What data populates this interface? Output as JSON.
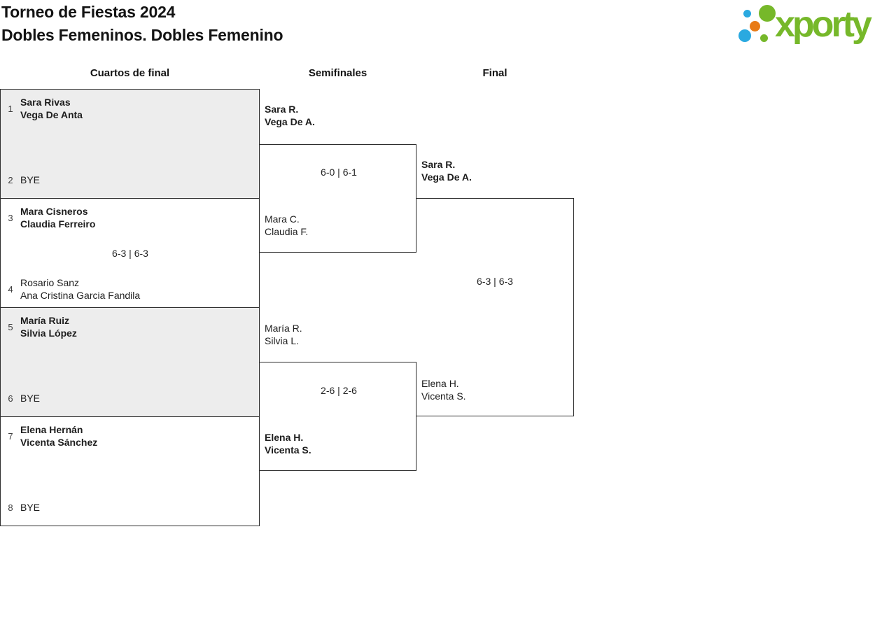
{
  "header": {
    "title_line1": "Torneo de Fiestas 2024",
    "title_line2": "Dobles Femeninos. Dobles Femenino",
    "logo_text": "xporty"
  },
  "columns": {
    "quarterfinals": "Cuartos de final",
    "semifinals": "Semifinales",
    "final": "Final"
  },
  "colors": {
    "brand_green": "#76b82a",
    "brand_blue": "#2aa9e0",
    "brand_orange": "#e87b16",
    "box_shaded": "#ededed",
    "box_border": "#2d2d2d"
  },
  "rounds": {
    "quarterfinals": [
      {
        "seed1": "1",
        "team1_line1": "Sara Rivas",
        "team1_line2": "Vega De Anta",
        "seed2": "2",
        "team2_line1": "BYE",
        "team2_line2": "",
        "score": ""
      },
      {
        "seed1": "3",
        "team1_line1": "Mara Cisneros",
        "team1_line2": "Claudia Ferreiro",
        "seed2": "4",
        "team2_line1": "Rosario Sanz",
        "team2_line2": "Ana Cristina Garcia Fandila",
        "score": "6-3 | 6-3"
      },
      {
        "seed1": "5",
        "team1_line1": "María Ruiz",
        "team1_line2": "Silvia López",
        "seed2": "6",
        "team2_line1": "BYE",
        "team2_line2": "",
        "score": ""
      },
      {
        "seed1": "7",
        "team1_line1": "Elena Hernán",
        "team1_line2": "Vicenta Sánchez",
        "seed2": "8",
        "team2_line1": "BYE",
        "team2_line2": "",
        "score": ""
      }
    ],
    "semifinals": [
      {
        "team1_line1": "Sara R.",
        "team1_line2": "Vega De A.",
        "team2_line1": "Mara C.",
        "team2_line2": "Claudia F.",
        "score": "6-0 | 6-1"
      },
      {
        "team1_line1": "María R.",
        "team1_line2": "Silvia L.",
        "team2_line1": "Elena H.",
        "team2_line2": "Vicenta S.",
        "score": "2-6 | 2-6"
      }
    ],
    "final": {
      "team1_line1": "Sara R.",
      "team1_line2": "Vega De A.",
      "team2_line1": "Elena H.",
      "team2_line2": "Vicenta S.",
      "score": "6-3 | 6-3"
    }
  }
}
